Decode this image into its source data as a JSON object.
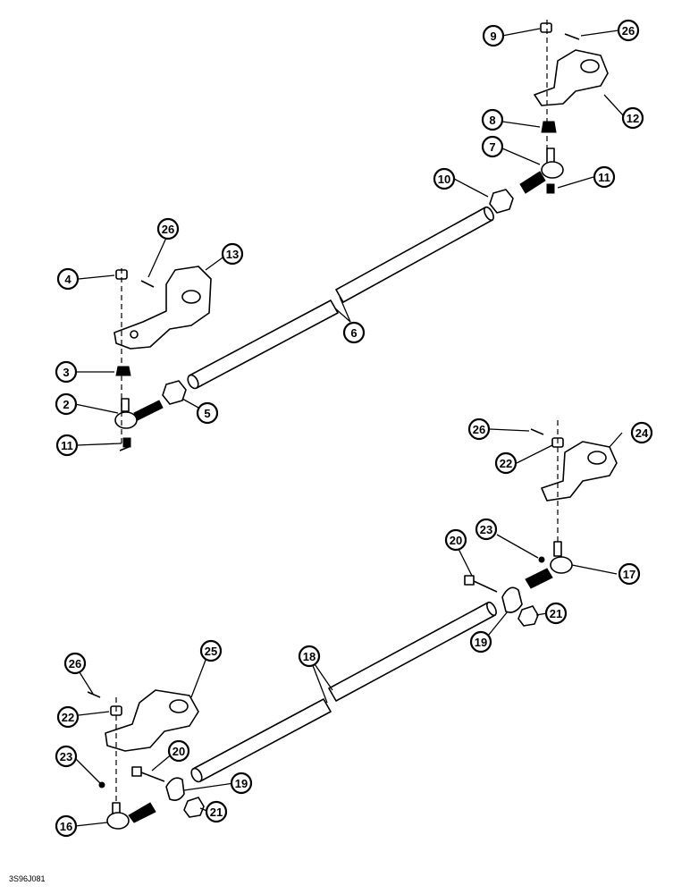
{
  "figure_code": "3S96J081",
  "callouts": [
    "9",
    "26",
    "12",
    "8",
    "7",
    "10",
    "11",
    "26",
    "13",
    "4",
    "6",
    "3",
    "2",
    "5",
    "11",
    "26",
    "24",
    "22",
    "23",
    "20",
    "17",
    "21",
    "19",
    "25",
    "26",
    "18",
    "22",
    "20",
    "23",
    "19",
    "21",
    "16"
  ]
}
